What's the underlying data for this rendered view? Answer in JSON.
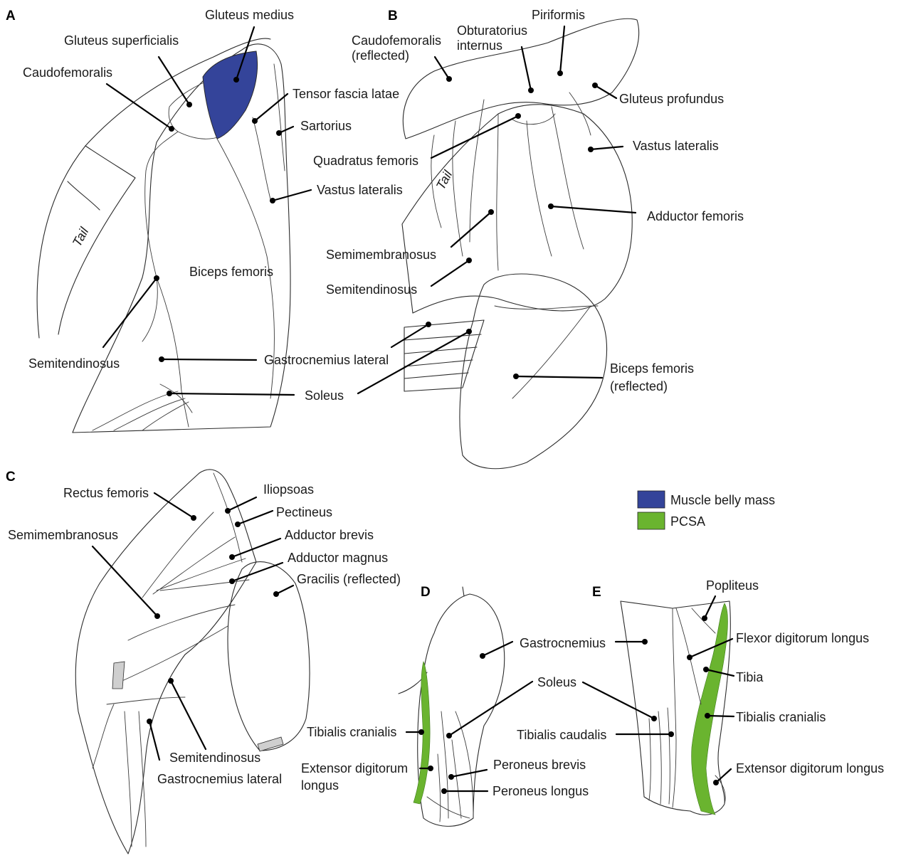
{
  "colors": {
    "muscle_belly_mass": "#34449a",
    "pcsa": "#6ab42f",
    "grey_patch": "#cfcfcf",
    "outline": "#2b2b2b"
  },
  "legend": [
    {
      "key": "muscle_belly_mass",
      "label": "Muscle belly mass"
    },
    {
      "key": "pcsa",
      "label": "PCSA"
    }
  ],
  "panels": {
    "a": {
      "letter": "A",
      "tail": "Tail",
      "labels": {
        "gluteus_medius": "Gluteus medius",
        "gluteus_superficialis": "Gluteus superficialis",
        "caudofemoralis": "Caudofemoralis",
        "tensor_fascia_latae": "Tensor fascia latae",
        "sartorius": "Sartorius",
        "vastus_lateralis": "Vastus lateralis",
        "biceps_femoris": "Biceps femoris",
        "semitendinosus": "Semitendinosus",
        "gastrocnemius_lateral": "Gastrocnemius lateral",
        "soleus": "Soleus"
      }
    },
    "b": {
      "letter": "B",
      "tail": "Tail",
      "labels": {
        "piriformis": "Piriformis",
        "caudofemoralis_1": "Caudofemoralis",
        "caudofemoralis_2": "(reflected)",
        "obturatorius_1": "Obturatorius",
        "obturatorius_2": "internus",
        "gluteus_profundus": "Gluteus profundus",
        "vastus_lateralis": "Vastus lateralis",
        "quadratus_femoris": "Quadratus femoris",
        "adductor_femoris": "Adductor femoris",
        "semimembranosus": "Semimembranosus",
        "semitendinosus": "Semitendinosus",
        "biceps_1": "Biceps femoris",
        "biceps_2": "(reflected)"
      }
    },
    "c": {
      "letter": "C",
      "labels": {
        "rectus_femoris": "Rectus femoris",
        "iliopsoas": "Iliopsoas",
        "pectineus": "Pectineus",
        "semimembranosus": "Semimembranosus",
        "adductor_brevis": "Adductor brevis",
        "adductor_magnus": "Adductor magnus",
        "gracilis": "Gracilis (reflected)",
        "semitendinosus": "Semitendinosus",
        "gastrocnemius_lateral": "Gastrocnemius lateral"
      }
    },
    "d": {
      "letter": "D",
      "labels": {
        "gastrocnemius": "Gastrocnemius",
        "soleus": "Soleus",
        "tibialis_cranialis": "Tibialis cranialis",
        "edl_1": "Extensor digitorum",
        "edl_2": "longus",
        "peroneus_brevis": "Peroneus brevis",
        "peroneus_longus": "Peroneus longus"
      }
    },
    "e": {
      "letter": "E",
      "labels": {
        "popliteus": "Popliteus",
        "gastrocnemius": "Gastrocnemius",
        "fdl": "Flexor digitorum longus",
        "tibia": "Tibia",
        "tibialis_cranialis": "Tibialis cranialis",
        "tibialis_caudalis": "Tibialis caudalis",
        "edl": "Extensor digitorum longus"
      }
    }
  }
}
